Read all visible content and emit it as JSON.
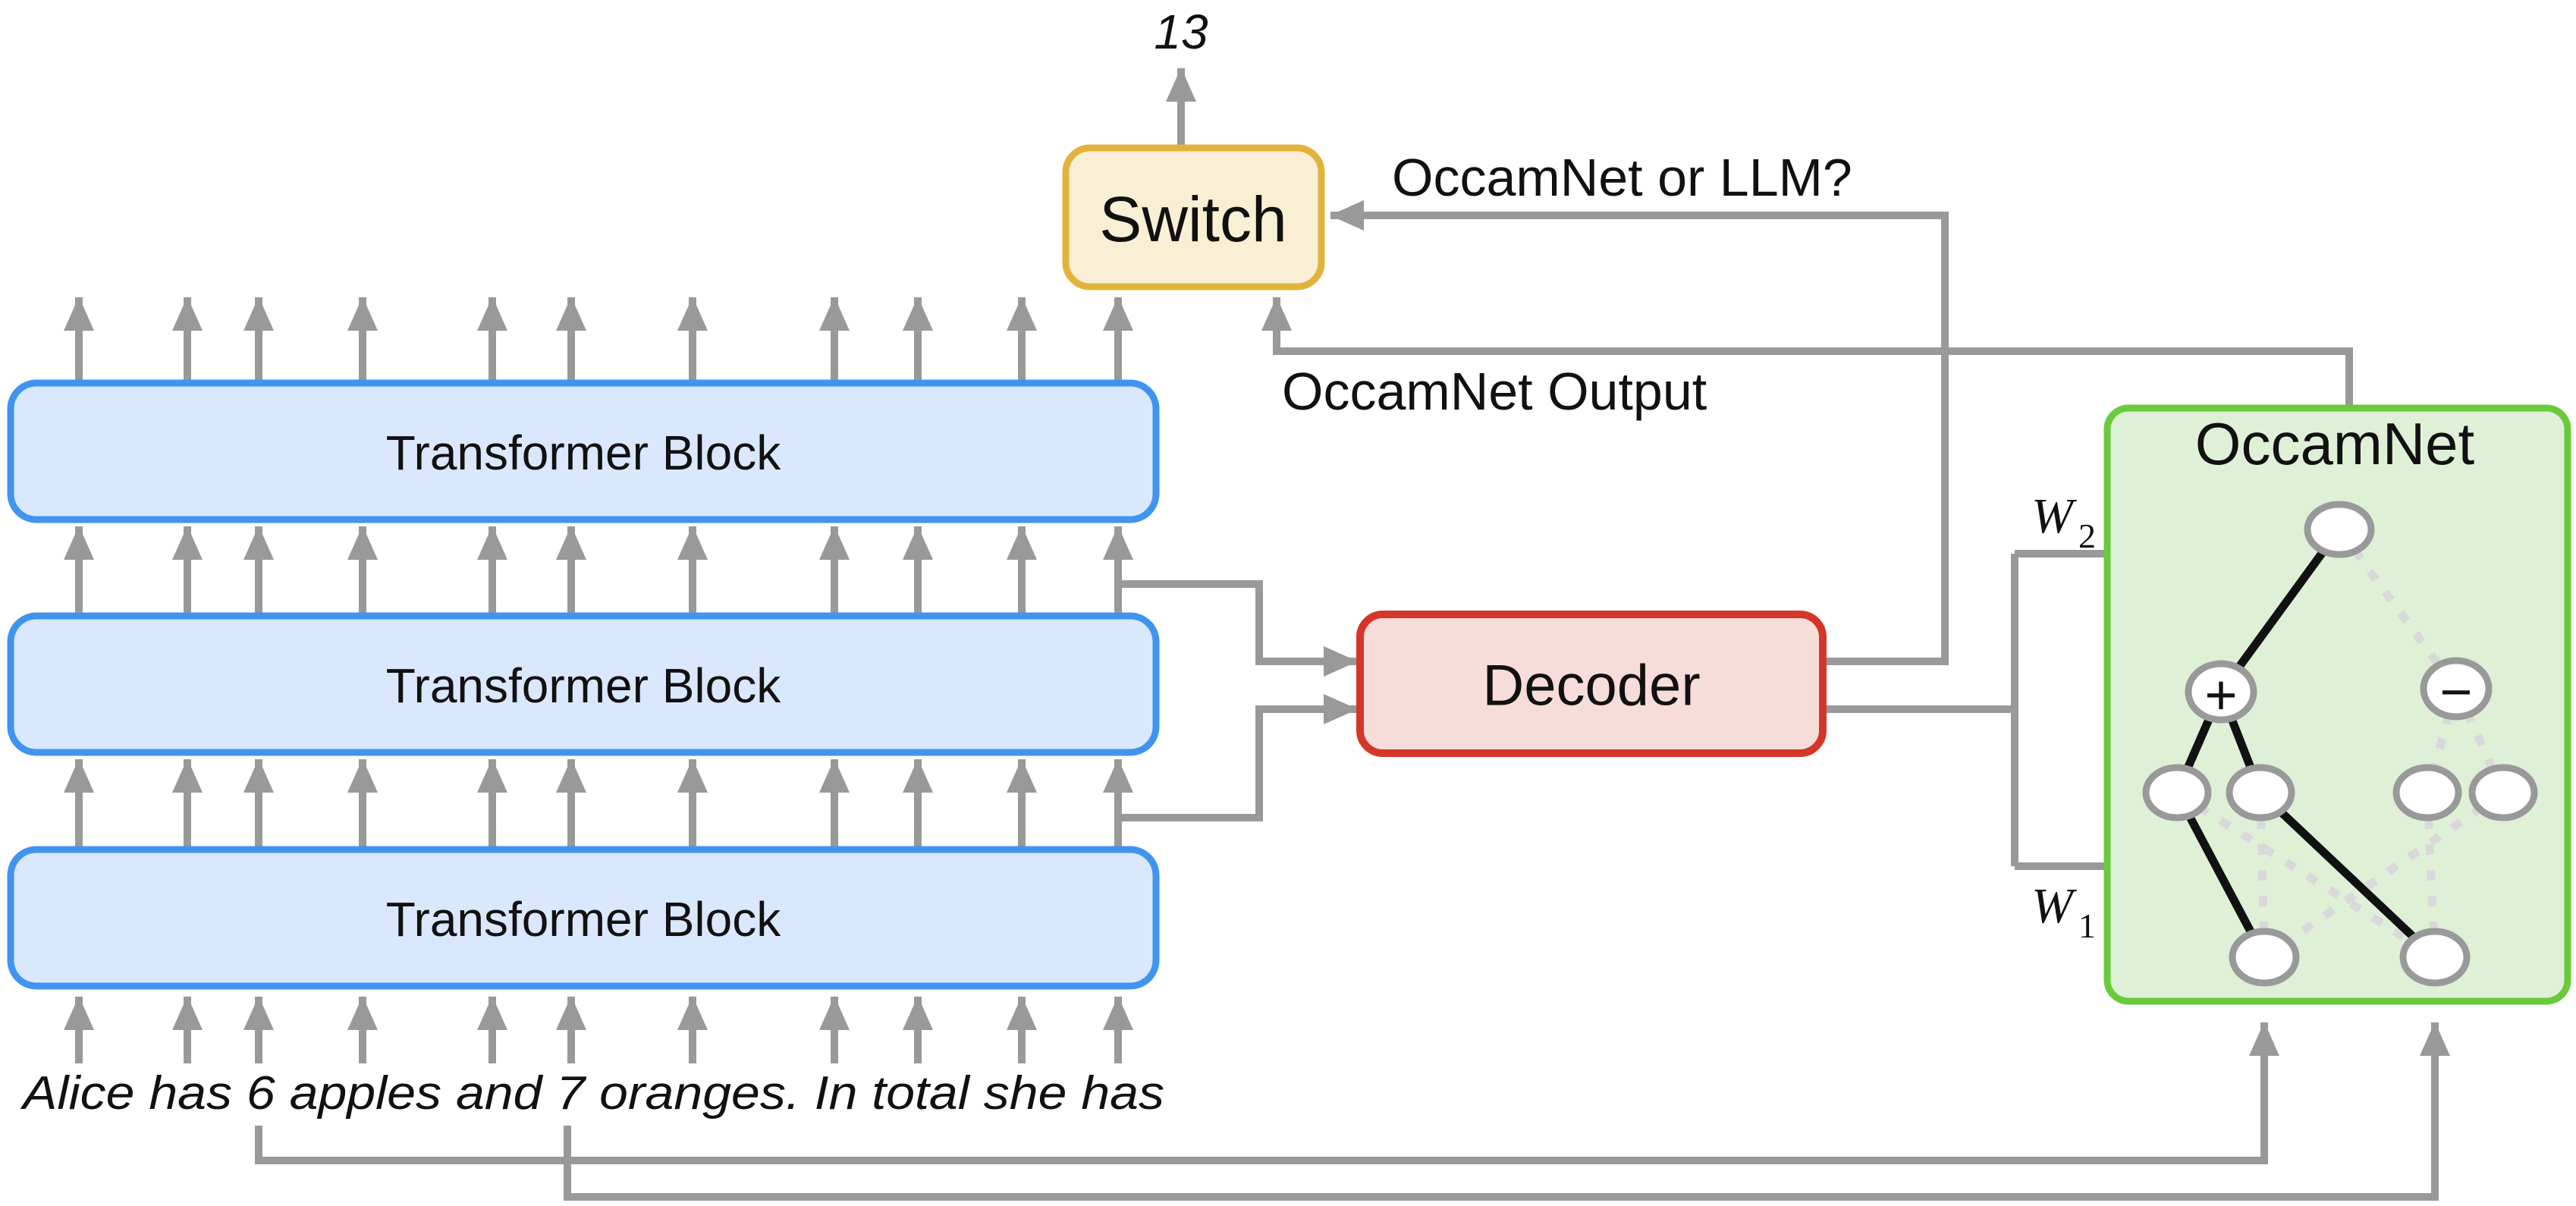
{
  "diagram": {
    "final_output_value": "13",
    "switch_label": "Switch",
    "decoder_label": "Decoder",
    "occamnet_title": "OccamNet",
    "switch_question_label": "OccamNet or LLM?",
    "occamnet_output_label": "OccamNet Output",
    "transformer_blocks": {
      "labels": [
        "Transformer Block",
        "Transformer Block",
        "Transformer Block"
      ]
    },
    "input_sentence": "Alice has 6 apples and 7 oranges. In total she has",
    "weights": {
      "w2_base": "W",
      "w2_sub": "2",
      "w1_base": "W",
      "w1_sub": "1"
    },
    "operators": {
      "plus": "+",
      "minus": "−"
    }
  },
  "colors": {
    "transformer_border": "#4094f0",
    "transformer_fill": "#d9e8fc",
    "switch_border": "#e2b33c",
    "switch_fill": "#f9efd5",
    "decoder_border": "#d4372a",
    "decoder_fill": "#f7ddd9",
    "occamnet_border": "#69cb3a",
    "occamnet_fill": "#def1d7",
    "wire_gray": "#999999",
    "dotted_edge_gray": "#d9d9d9",
    "node_fill": "#ffffff",
    "node_stroke": "#999999",
    "text_color": "#111111",
    "background": "#ffffff"
  }
}
